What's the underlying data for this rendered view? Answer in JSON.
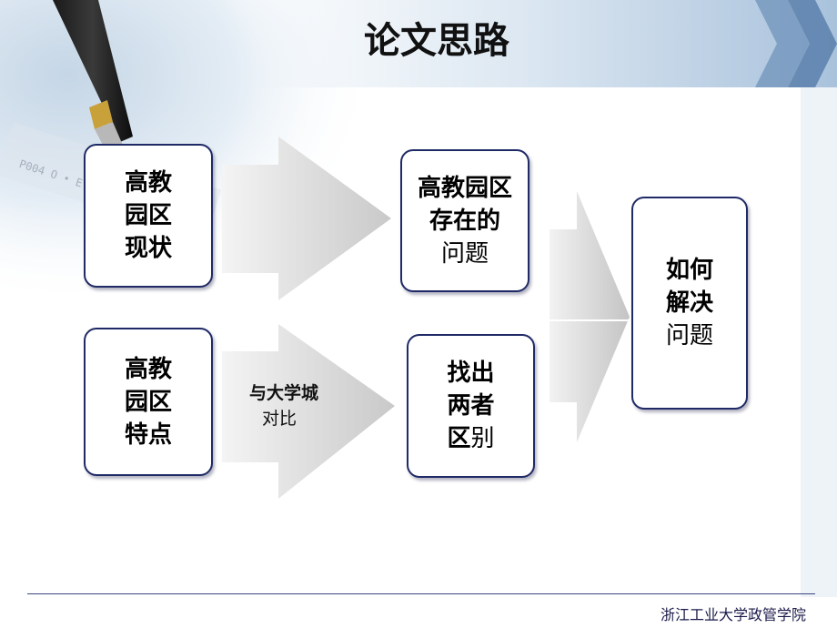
{
  "title": "论文思路",
  "boxes": {
    "current_status": [
      "高教",
      "园区",
      "现状"
    ],
    "features": [
      "高教",
      "园区",
      "特点"
    ],
    "problems": [
      "高教园区",
      "存在的",
      "问题"
    ],
    "differences": [
      "找出",
      "两者",
      "区",
      "别"
    ],
    "solution": [
      "如何",
      "解决",
      "问题"
    ]
  },
  "arrow_label": [
    "与大学城",
    "对比"
  ],
  "footer": "浙江工业大学政管学院"
}
